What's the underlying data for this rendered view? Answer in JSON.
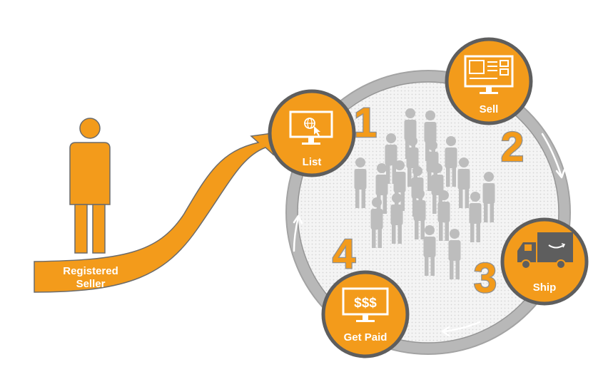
{
  "seller": {
    "line1": "Registered",
    "line2": "Seller"
  },
  "steps": [
    {
      "number": "1",
      "label": "List",
      "icon": "monitor-globe-cursor-icon"
    },
    {
      "number": "2",
      "label": "Sell",
      "icon": "monitor-webpage-icon"
    },
    {
      "number": "3",
      "label": "Ship",
      "icon": "delivery-truck-icon"
    },
    {
      "number": "4",
      "label": "Get Paid",
      "icon": "monitor-dollar-icon"
    }
  ],
  "monitor_dollar_text": "$$$",
  "colors": {
    "orange": "#f39b1b",
    "dark_gray": "#5e5e5e",
    "ring_gray": "#a3a3a3",
    "crowd_gray": "#bdbdbd"
  }
}
